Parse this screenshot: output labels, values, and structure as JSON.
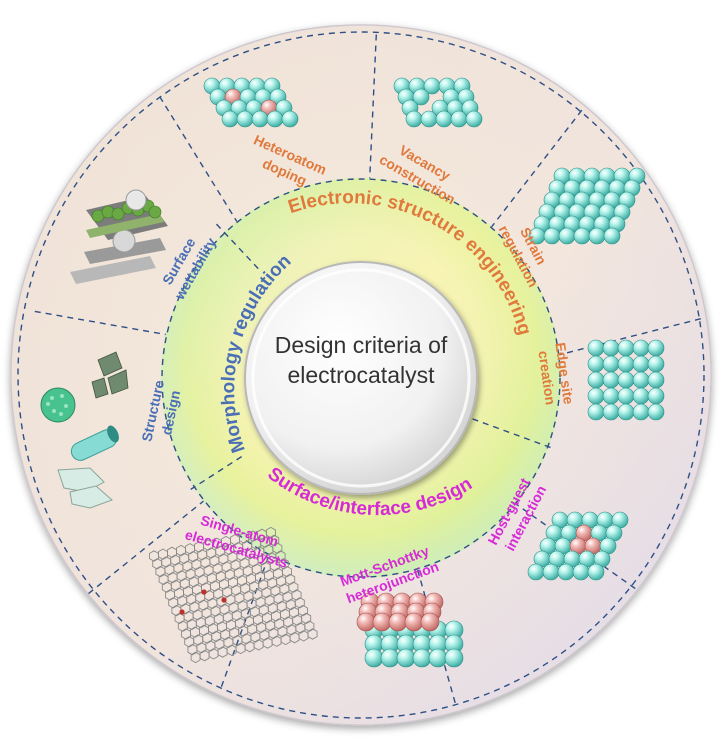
{
  "center": {
    "line1": "Design criteria of",
    "line2": "electrocatalyst"
  },
  "categories": {
    "electronic": "Electronic structure engineering",
    "morphology": "Morphology regulation",
    "surface_interface": "Surface/interface design"
  },
  "strategies": {
    "heteroatom_doping": [
      "Heteroatom",
      "doping"
    ],
    "vacancy_construction": [
      "Vacancy",
      "construction"
    ],
    "strain_regulation": [
      "Strain",
      "regulation"
    ],
    "edge_site_creation": [
      "Edge site",
      "creation"
    ],
    "host_guest_interaction": [
      "Host-guest",
      "interaction"
    ],
    "mott_schottky": [
      "Mott-Schottky",
      "heterojunction"
    ],
    "single_atom": [
      "Single-atom",
      "electrocatalysts"
    ],
    "structure_design": [
      "Structure",
      "design"
    ],
    "surface_wettability": [
      "Surface",
      "wettability"
    ]
  },
  "colors": {
    "electronic": "#e07a3c",
    "morphology": "#4a6fb5",
    "surface_interface": "#d62ad6",
    "atom_teal": "#7fe0d6",
    "atom_pink": "#e89a98"
  }
}
